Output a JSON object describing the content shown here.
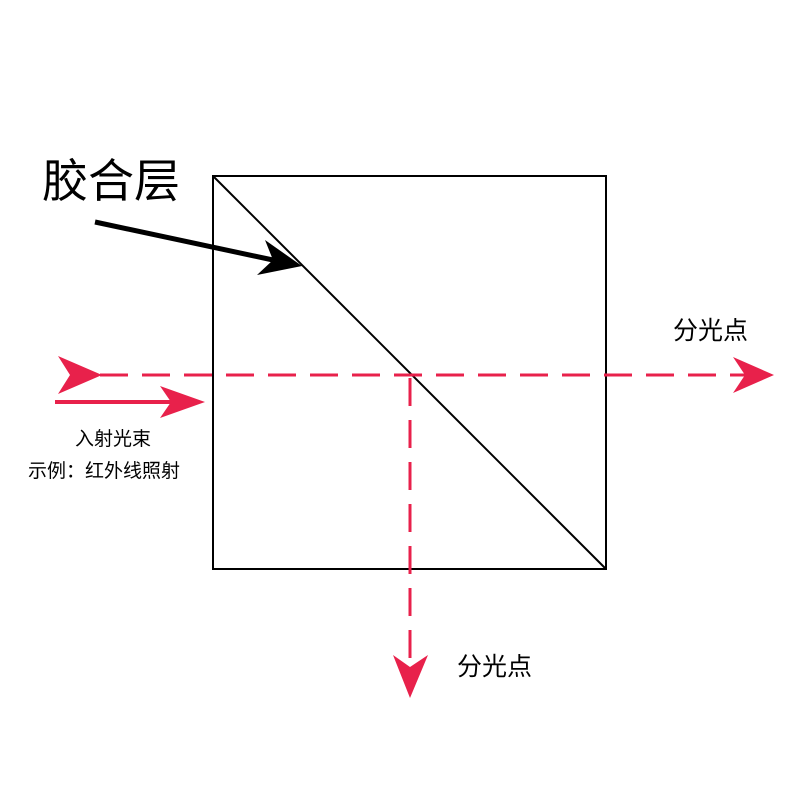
{
  "labels": {
    "glue_layer": "胶合层",
    "split_point_right": "分光点",
    "split_point_bottom": "分光点",
    "incident_beam": "入射光束",
    "example_note": "示例：红外线照射"
  },
  "colors": {
    "beam": "#e8214b",
    "outline": "#000000"
  }
}
